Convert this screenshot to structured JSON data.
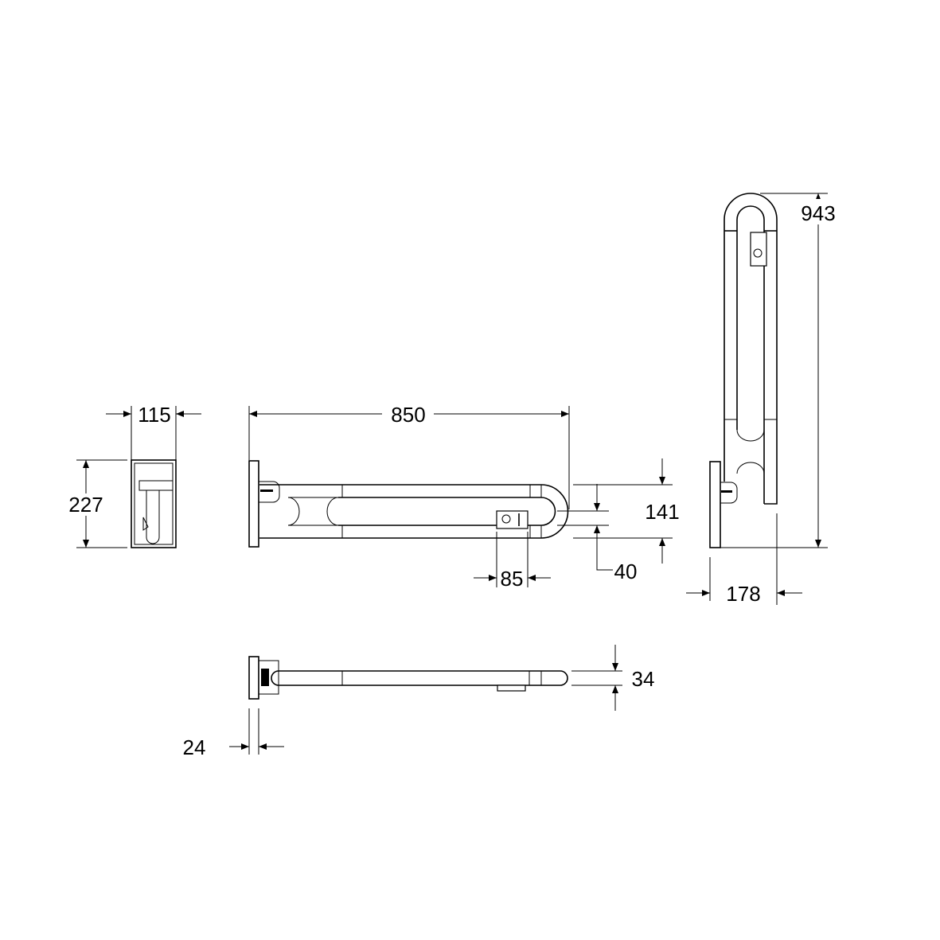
{
  "drawing": {
    "views": [
      "front-view",
      "side-view",
      "folded-up-view",
      "top-view"
    ],
    "dimensions": {
      "front_width": "115",
      "front_height": "227",
      "length": "850",
      "overall_height": "141",
      "tube_gap": "40",
      "clip_width": "85",
      "folded_height": "943",
      "folded_depth": "178",
      "tube_diameter": "34",
      "plate_thickness": "24"
    }
  }
}
